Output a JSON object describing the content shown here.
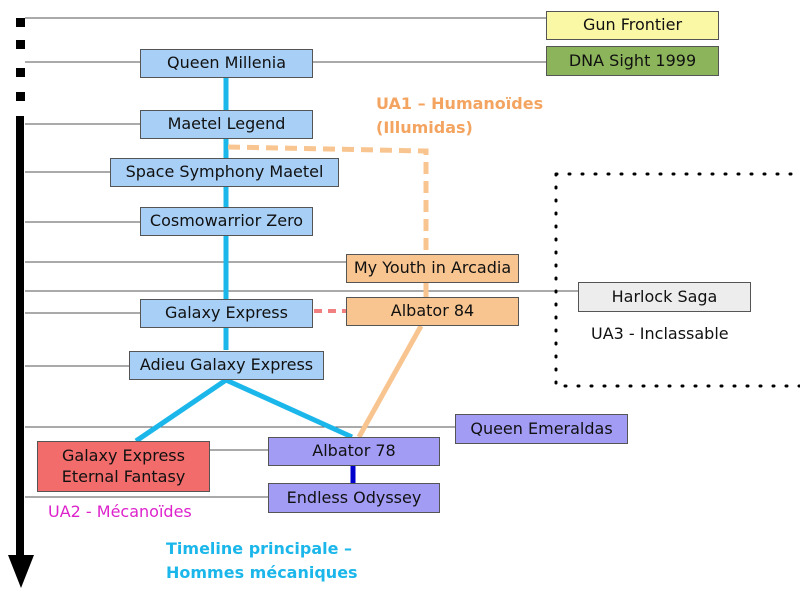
{
  "colors": {
    "line": "#555555",
    "spine": "#000000",
    "main_branch": "#1CB7EA",
    "ua1": "#F8C590",
    "ua1_text": "#F4A461",
    "ua2_text": "#DD22CC",
    "link_red": "#F08080",
    "link_blue": "#0000CC",
    "box_blue": "#A8CFF5",
    "box_orange": "#F8C590",
    "box_purple": "#A29CF5",
    "box_red": "#F26C6C",
    "box_yellow": "#FAF7A5",
    "box_green": "#8CB45A",
    "box_gray": "#EDEDED"
  },
  "boxes": {
    "gun_frontier": "Gun Frontier",
    "dna_sight": "DNA Sight 1999",
    "queen_millenia": "Queen Millenia",
    "maetel_legend": "Maetel Legend",
    "space_symphony": "Space Symphony Maetel",
    "cosmowarrior": "Cosmowarrior Zero",
    "my_youth": "My Youth in Arcadia",
    "harlock_saga": "Harlock Saga",
    "galaxy_express": "Galaxy Express",
    "albator84": "Albator 84",
    "adieu": "Adieu Galaxy Express",
    "queen_emeraldas": "Queen Emeraldas",
    "eternal_fantasy": "Galaxy Express\nEternal Fantasy",
    "albator78": "Albator 78",
    "endless_odyssey": "Endless Odyssey"
  },
  "labels": {
    "ua1": "UA1 – Humanoïdes\n(Illumidas)",
    "ua2": "UA2 - Mécanoïdes",
    "ua3": "UA3 - Inclassable",
    "timeline": "Timeline principale –\nHommes mécaniques"
  }
}
